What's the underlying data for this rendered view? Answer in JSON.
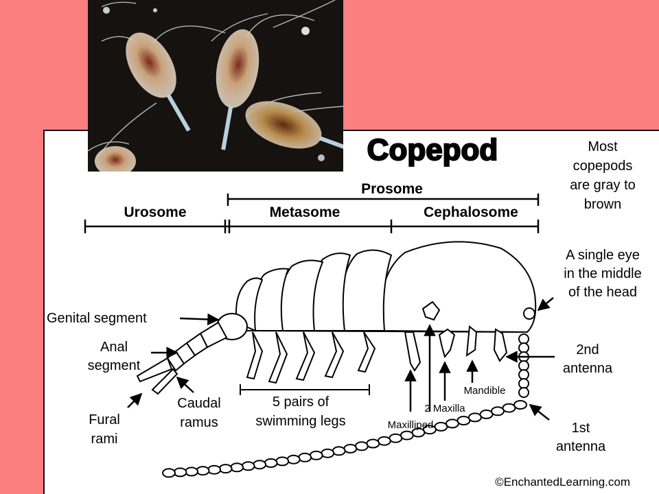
{
  "title": "Copepod",
  "note": [
    "Most",
    "copepods",
    "are gray to",
    "brown"
  ],
  "regions": {
    "prosome": "Prosome",
    "urosome": "Urosome",
    "metasome": "Metasome",
    "cephalosome": "Cephalosome"
  },
  "labels": {
    "eye": [
      "A single eye",
      "in the middle",
      "of the head"
    ],
    "genital_segment": "Genital segment",
    "anal_segment": [
      "Anal",
      "segment"
    ],
    "second_antenna": [
      "2nd",
      "antenna"
    ],
    "caudal_ramus": [
      "Caudal",
      "ramus"
    ],
    "fural_rami": [
      "Fural",
      "rami"
    ],
    "swimming_legs": [
      "5 pairs of",
      "swimming legs"
    ],
    "maxilliped": "Maxilliped",
    "maxilla": "2 Maxilla",
    "mandible": "Mandible",
    "first_antenna": [
      "1st",
      "antenna"
    ]
  },
  "credit": "©EnchantedLearning.com",
  "colors": {
    "background": "#fb7f7f",
    "panel": "#ffffff",
    "photo_bg": "#151210"
  }
}
